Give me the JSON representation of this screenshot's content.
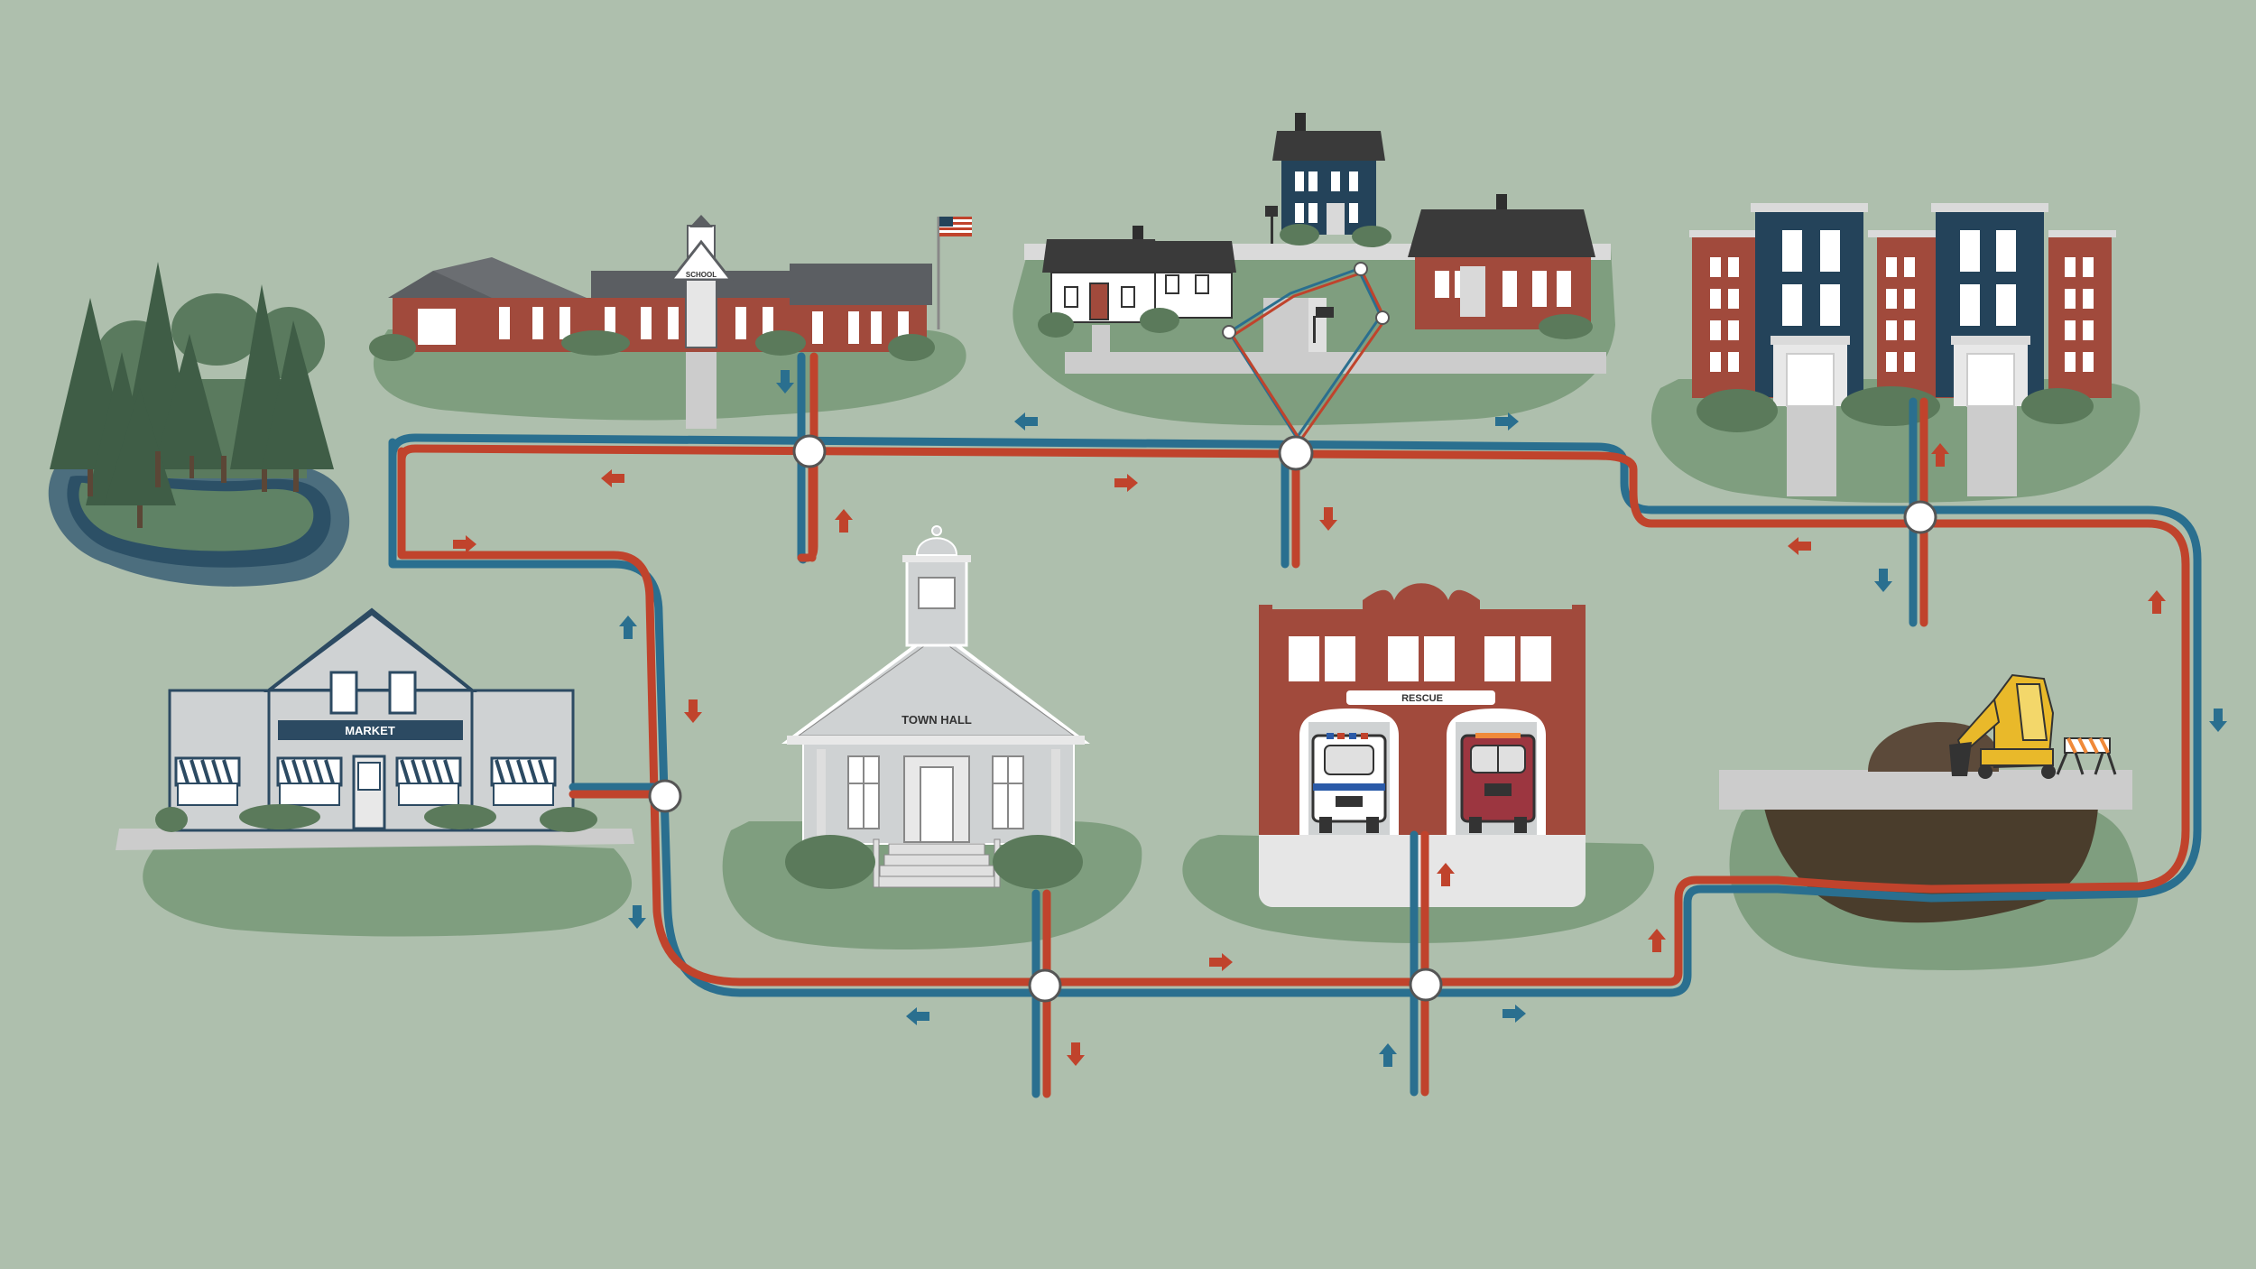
{
  "labels": {
    "school": "SCHOOL",
    "market": "MARKET",
    "town_hall": "TOWN HALL",
    "rescue": "RESCUE"
  },
  "colors": {
    "background": "#aebfad",
    "supply_pipe": "#c0432c",
    "return_pipe": "#2a6f8f",
    "ground": "#809e80",
    "shrub": "#5b7a5b",
    "brick": "#a14a3c",
    "navy": "#24435a",
    "gray_building": "#cfd2d3",
    "pavement": "#cccccc",
    "excavator": "#e9b92a",
    "dirt": "#4a3d2c"
  },
  "icons": {
    "junction": "junction-node-icon",
    "flow_supply": "red-flow-arrow-icon",
    "flow_return": "blue-flow-arrow-icon",
    "flag": "us-flag-icon"
  }
}
